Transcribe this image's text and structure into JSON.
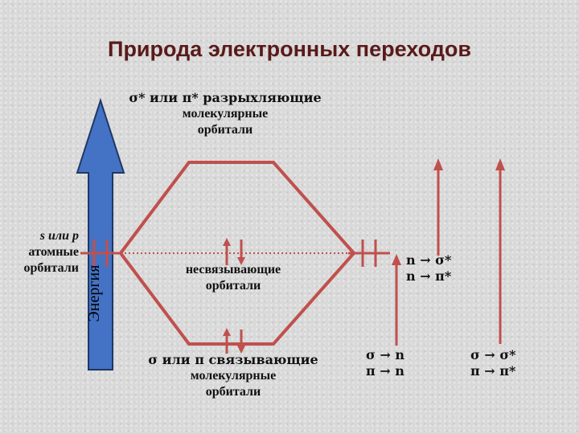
{
  "title": "Природа электронных переходов",
  "axis": {
    "energy_label": "Энергия"
  },
  "labels": {
    "antibonding_line1": "σ* или π* разрыхляющие",
    "antibonding_line2": "молекулярные",
    "antibonding_line3": "орбитали",
    "atomic_line1": "s или p",
    "atomic_line2": "атомные",
    "atomic_line3": "орбитали",
    "nonbonding_line1": "несвязывающие",
    "nonbonding_line2": "орбитали",
    "bonding_line1": "σ или π связывающие",
    "bonding_line2": "молекулярные",
    "bonding_line3": "орбитали"
  },
  "transitions": {
    "n_sigma_star": "n → σ*",
    "n_pi_star": "n → π*",
    "sigma_n": "σ → n",
    "pi_n": "π → n",
    "sigma_sigma_star": "σ → σ*",
    "pi_pi_star": "π → π*"
  },
  "colors": {
    "orbital_line": "#c0504d",
    "energy_arrow_fill": "#4472c4",
    "energy_arrow_stroke": "#1f3864",
    "title": "#5a1a1a"
  }
}
